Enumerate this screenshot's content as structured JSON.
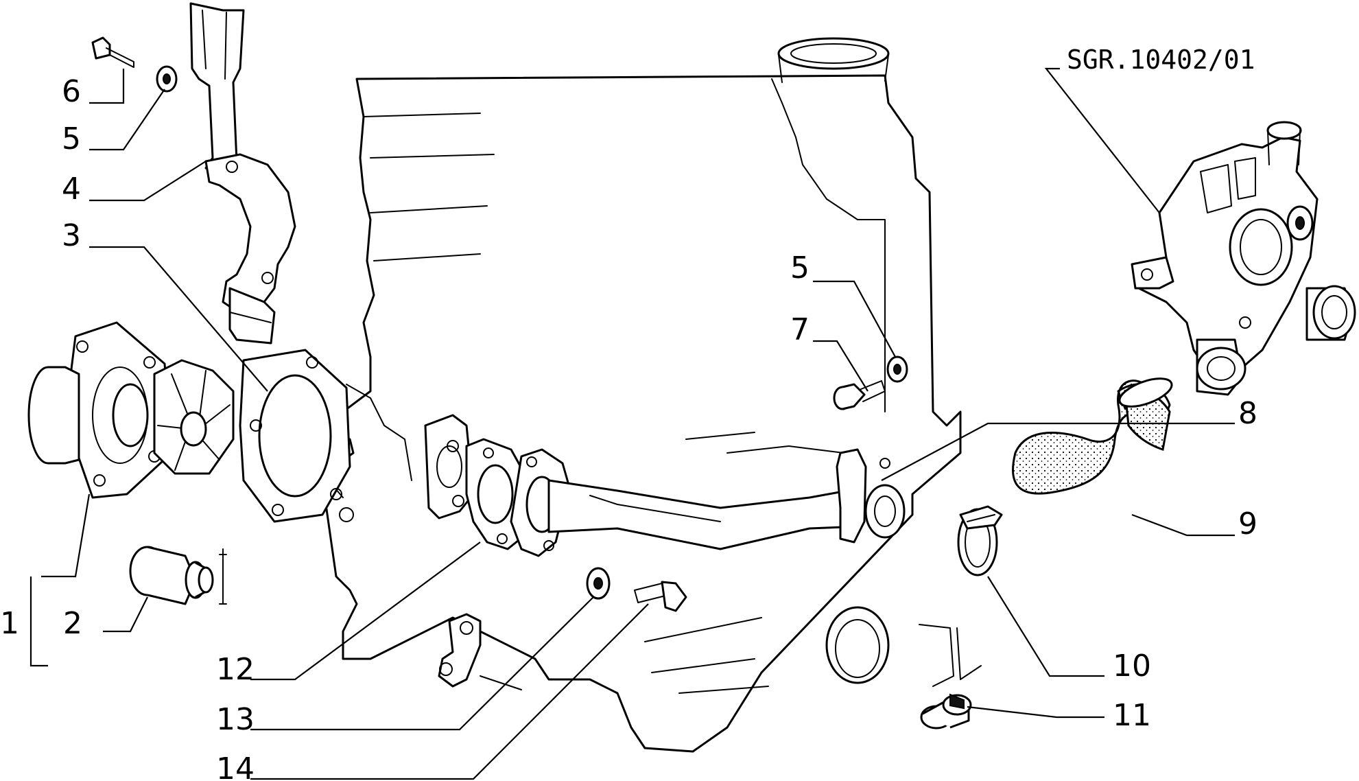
{
  "diagram": {
    "reference": "SGR.10402/01",
    "callouts": {
      "c1": "1",
      "c2": "2",
      "c3": "3",
      "c4": "4",
      "c5a": "5",
      "c5b": "5",
      "c6": "6",
      "c7": "7",
      "c8": "8",
      "c9": "9",
      "c10": "10",
      "c11": "11",
      "c12": "12",
      "c13": "13",
      "c14": "14"
    }
  }
}
